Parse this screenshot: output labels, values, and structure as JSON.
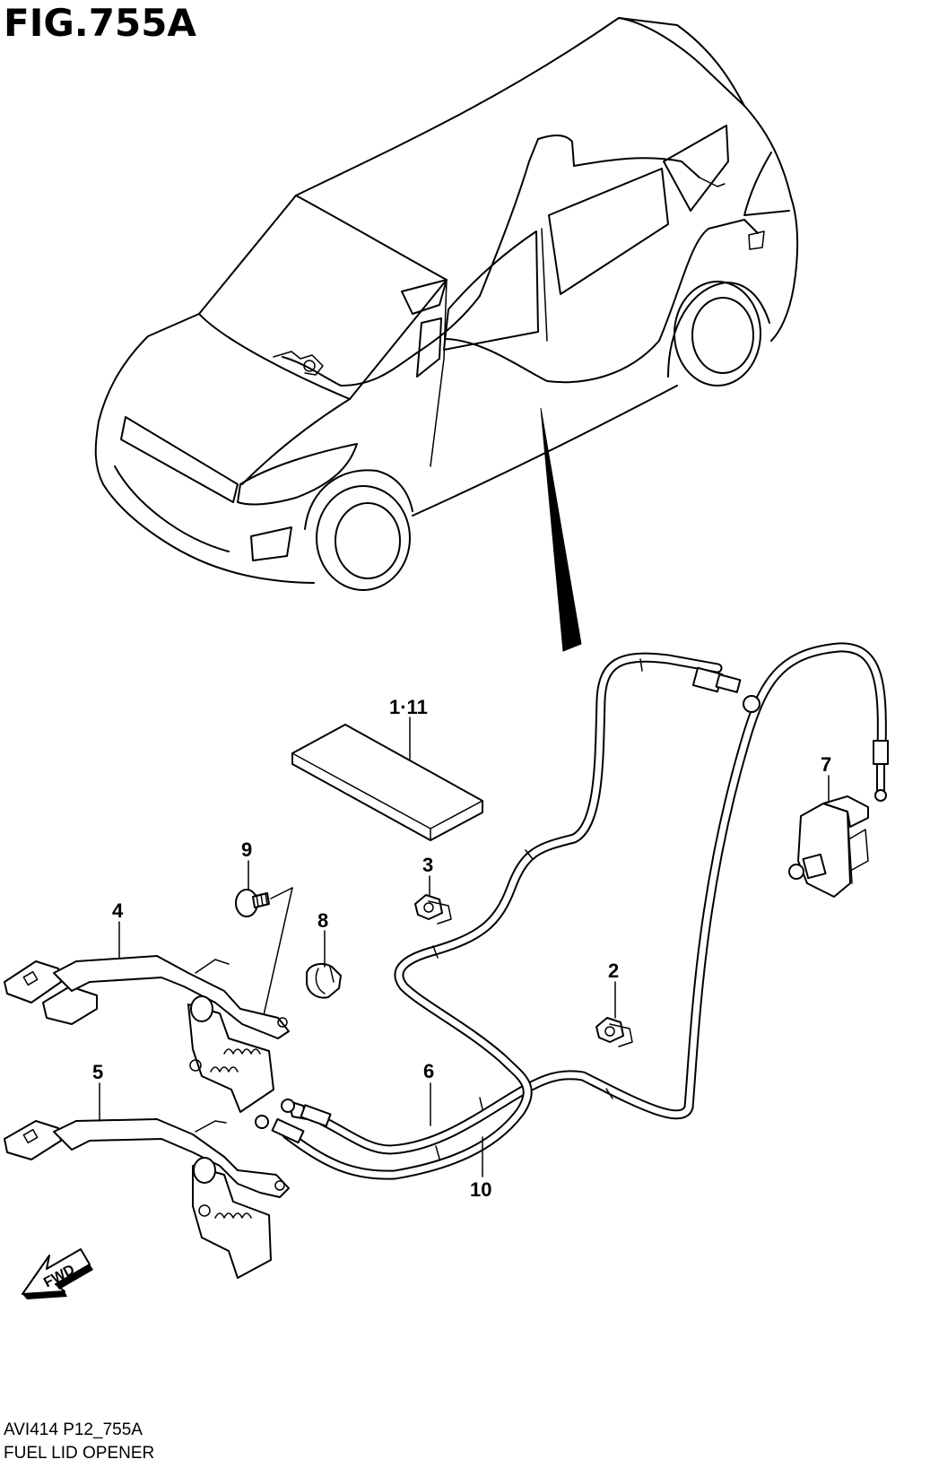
{
  "figure": {
    "title": "FIG.755A",
    "code": "AVI414 P12_755A",
    "name": "FUEL LID OPENER"
  },
  "callouts": {
    "c1_11": "1·11",
    "c2": "2",
    "c3": "3",
    "c4": "4",
    "c5": "5",
    "c6": "6",
    "c7": "7",
    "c8": "8",
    "c9": "9",
    "c10": "10"
  },
  "fwd_label": "FWD"
}
